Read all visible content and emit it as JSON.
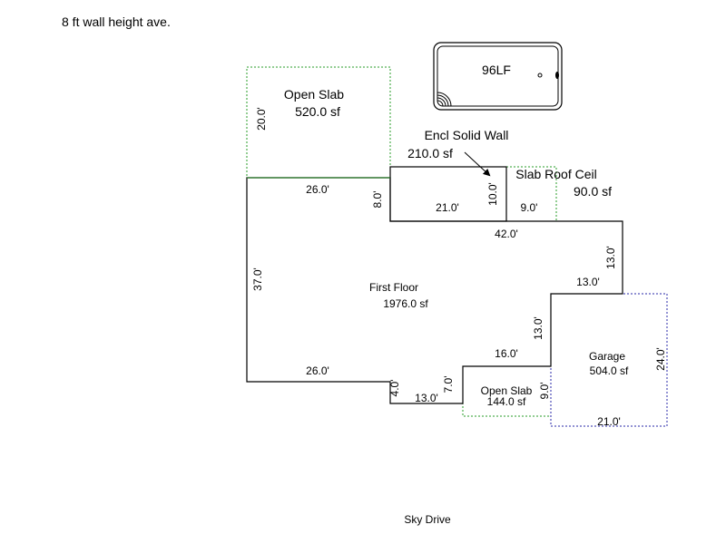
{
  "header_note": "8 ft wall height ave.",
  "footer": "Sky Drive",
  "colors": {
    "wall": "#000000",
    "slab_green": "#2a9d2a",
    "garage_blue": "#2a2aa8"
  },
  "pool": {
    "label": "96LF"
  },
  "rooms": {
    "open_slab_top": {
      "name": "Open Slab",
      "area": "520.0 sf"
    },
    "encl_solid_wall": {
      "name": "Encl Solid Wall",
      "area": "210.0 sf"
    },
    "slab_roof_ceil": {
      "name": "Slab Roof Ceil",
      "area": "90.0 sf"
    },
    "first_floor": {
      "name": "First Floor",
      "area": "1976.0 sf"
    },
    "open_slab_bottom": {
      "name": "Open Slab",
      "area": "144.0 sf"
    },
    "garage": {
      "name": "Garage",
      "area": "504.0 sf"
    }
  },
  "dimensions": {
    "top_slab_side": "20.0'",
    "ff_top_left": "26.0'",
    "ff_step": "8.0'",
    "encl_width": "21.0'",
    "encl_height": "10.0'",
    "slab_roof_width": "9.0'",
    "ff_right_top": "42.0'",
    "ff_right_drop": "13.0'",
    "ff_right_step": "13.0'",
    "ff_left": "37.0'",
    "ff_bottom_left": "26.0'",
    "ff_bottom_drop": "4.0'",
    "ff_bottom_mid": "13.0'",
    "ff_bottom_step": "7.0'",
    "ff_bottom_right": "16.0'",
    "ff_garage_side": "13.0'",
    "slab_bottom_side": "9.0'",
    "garage_side": "24.0'",
    "garage_bottom": "21.0'"
  }
}
